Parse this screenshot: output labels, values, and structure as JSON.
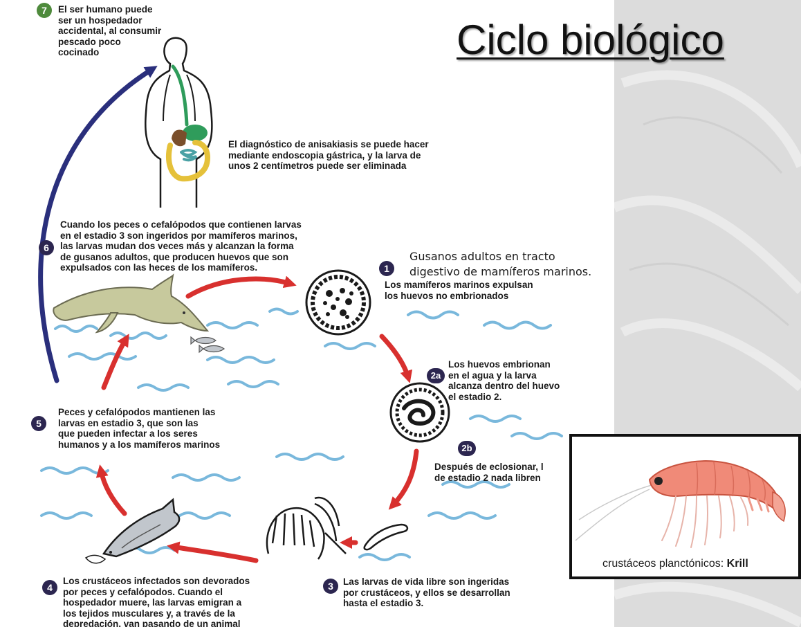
{
  "title": "Ciclo biológico",
  "steps": [
    {
      "badge": "7",
      "text": "El ser humano puede\nser un hospedador\naccidental, al consumir\npescado poco\ncocinado"
    },
    {
      "badge": "",
      "text": "El diagnóstico de anisakiasis se puede hacer\nmediante endoscopia gástrica, y la larva de\nunos 2 centímetros puede ser eliminada"
    },
    {
      "badge": "6",
      "text": "Cuando los peces o cefalópodos que contienen larvas\nen el estadio 3 son ingeridos por mamíferos marinos,\nlas larvas mudan dos veces más y alcanzan la forma\nde gusanos adultos, que producen huevos que son\nexpulsados con las heces de los mamíferos."
    },
    {
      "badge": "1",
      "text": "Los mamíferos marinos expulsan\nlos huevos no embrionados"
    },
    {
      "badge": "2a",
      "text": "Los huevos embrionan\nen el agua y la larva\nalcanza dentro del huevo\nel estadio 2."
    },
    {
      "badge": "2b",
      "text": "Después de eclosionar, l\nde estadio 2 nada libren"
    },
    {
      "badge": "3",
      "text": "Las larvas de vida libre son ingeridas\npor crustáceos, y ellos se desarrollan\nhasta el estadio 3."
    },
    {
      "badge": "4",
      "text": "Los crustáceos infectados son devorados\npor peces y cefalópodos. Cuando el\nhospedador muere, las larvas emigran a\nlos tejidos musculares y, a través de la\ndepredación, van pasando de un animal"
    },
    {
      "badge": "5",
      "text": "Peces y cefalópodos mantienen las\nlarvas en estadio 3, que son las\nque pueden infectar a los seres\nhumanos y a los mamíferos marinos"
    }
  ],
  "handwritten_note": "Gusanos adultos en tracto\ndigestivo de mamíferos marinos.",
  "krill_caption": {
    "prefix": "crustáceos planctónicos: ",
    "emphasis": "Krill"
  },
  "colors": {
    "arrow_red": "#d8302e",
    "arrow_blue": "#2a2f7c",
    "wave_blue": "#79b8dc",
    "badge_purple": "#2c2650",
    "badge_green": "#4e8a3c",
    "dolphin": "#c7c99d",
    "fish": "#c1c6cc"
  }
}
